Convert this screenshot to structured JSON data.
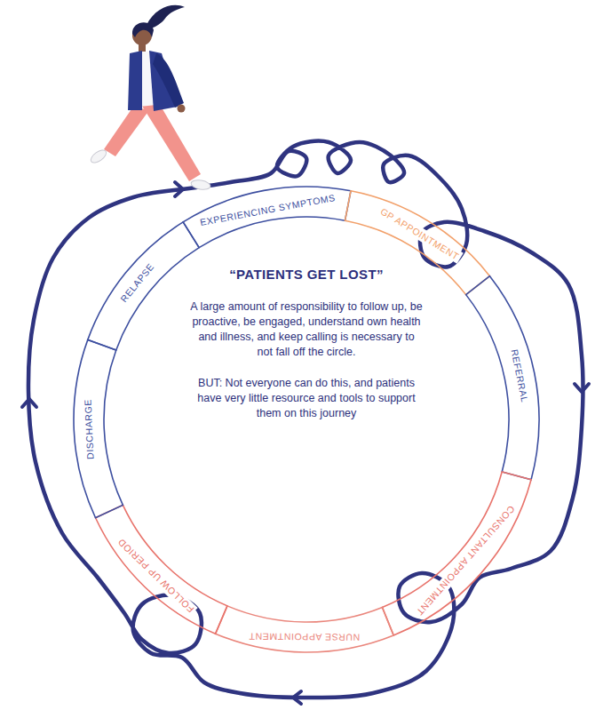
{
  "diagram": {
    "nodes": [
      {
        "text": [
          "EXPERIENCING SYMPTOMS"
        ]
      },
      {
        "text": [
          "GP APPOINTMENT"
        ]
      },
      {
        "text": [
          "REFERRAL"
        ]
      },
      {
        "text": [
          "CONSULTANT APPOINTMENT"
        ]
      },
      {
        "text": [
          "NURSE APPOINTMENT"
        ]
      },
      {
        "text": [
          "FOLLOW UP PERIOD"
        ]
      },
      {
        "text": [
          "DISCHARGE"
        ]
      },
      {
        "text": [
          "RELAPSE"
        ]
      },
      {
        "text": [
          "“PATIENTS GET LOST”",
          "A large amount of responsibility to follow up, be proactive, be engaged, understand own health and illness, and keep calling is necessary to not fall off the circle.",
          "BUT: Not everyone can do this, and patients have very little resource and tools to support them on this journey"
        ]
      }
    ]
  }
}
